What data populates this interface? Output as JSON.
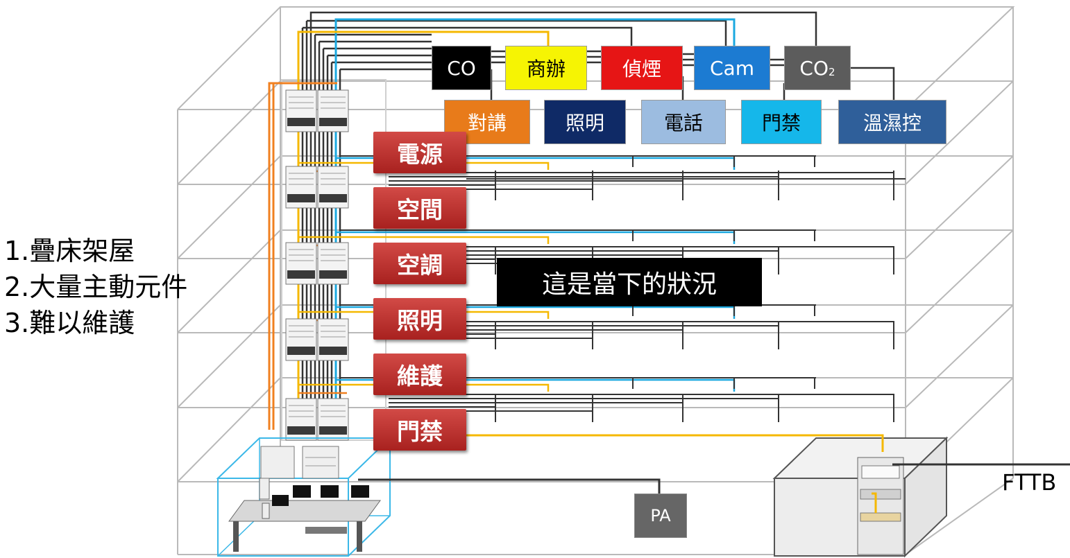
{
  "systems_row1": [
    {
      "label": "CO",
      "color": "#000000"
    },
    {
      "label": "商辦",
      "color": "#f6f403"
    },
    {
      "label": "偵煙",
      "color": "#e61515"
    },
    {
      "label": "Cam",
      "color": "#1c7bd2"
    },
    {
      "label": "CO",
      "sub": "2",
      "color": "#5c5c5c"
    }
  ],
  "systems_row2": [
    {
      "label": "對講",
      "color": "#e87b1a"
    },
    {
      "label": "照明",
      "color": "#0f2a66"
    },
    {
      "label": "電話",
      "color": "#9cbce0"
    },
    {
      "label": "門禁",
      "color": "#15b7ea"
    },
    {
      "label": "溫濕控",
      "color": "#2f5f9a"
    }
  ],
  "floor_labels": [
    "電源",
    "空間",
    "空調",
    "照明",
    "維護",
    "門禁"
  ],
  "callout": "這是當下的狀況",
  "notes": [
    "1.疊床架屋",
    "2.大量主動元件",
    "3.難以維護"
  ],
  "pa_label": "PA",
  "fttb_label": "FTTB",
  "colors": {
    "orange": "#f08020",
    "yellow": "#f5b800",
    "cyan": "#1aa8e0",
    "dark": "#333333",
    "frame": "#b5b5b5",
    "red_box": "#b8302c",
    "room_cyan": "#3bb8e8"
  }
}
